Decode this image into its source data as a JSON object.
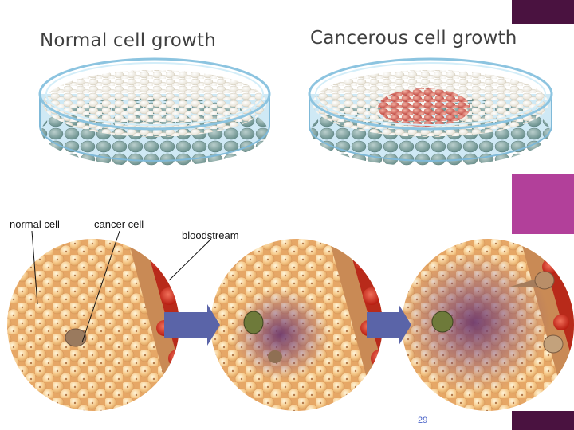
{
  "dish_titles": {
    "normal": "Normal cell growth",
    "cancerous": "Cancerous cell growth"
  },
  "labels": {
    "normal_cell": "normal cell",
    "cancer_cell": "cancer cell",
    "bloodstream": "bloodstream"
  },
  "page_number": "29",
  "colors": {
    "accent_purple_dark": "#4a1240",
    "accent_magenta": "#b2409a",
    "arrow_blue": "#5a64a8",
    "normal_cell": "#f2d29a",
    "cancer_cell": "#8a4f80",
    "dish_blue": "#9fd0ea",
    "blood_red": "#d8321f"
  }
}
